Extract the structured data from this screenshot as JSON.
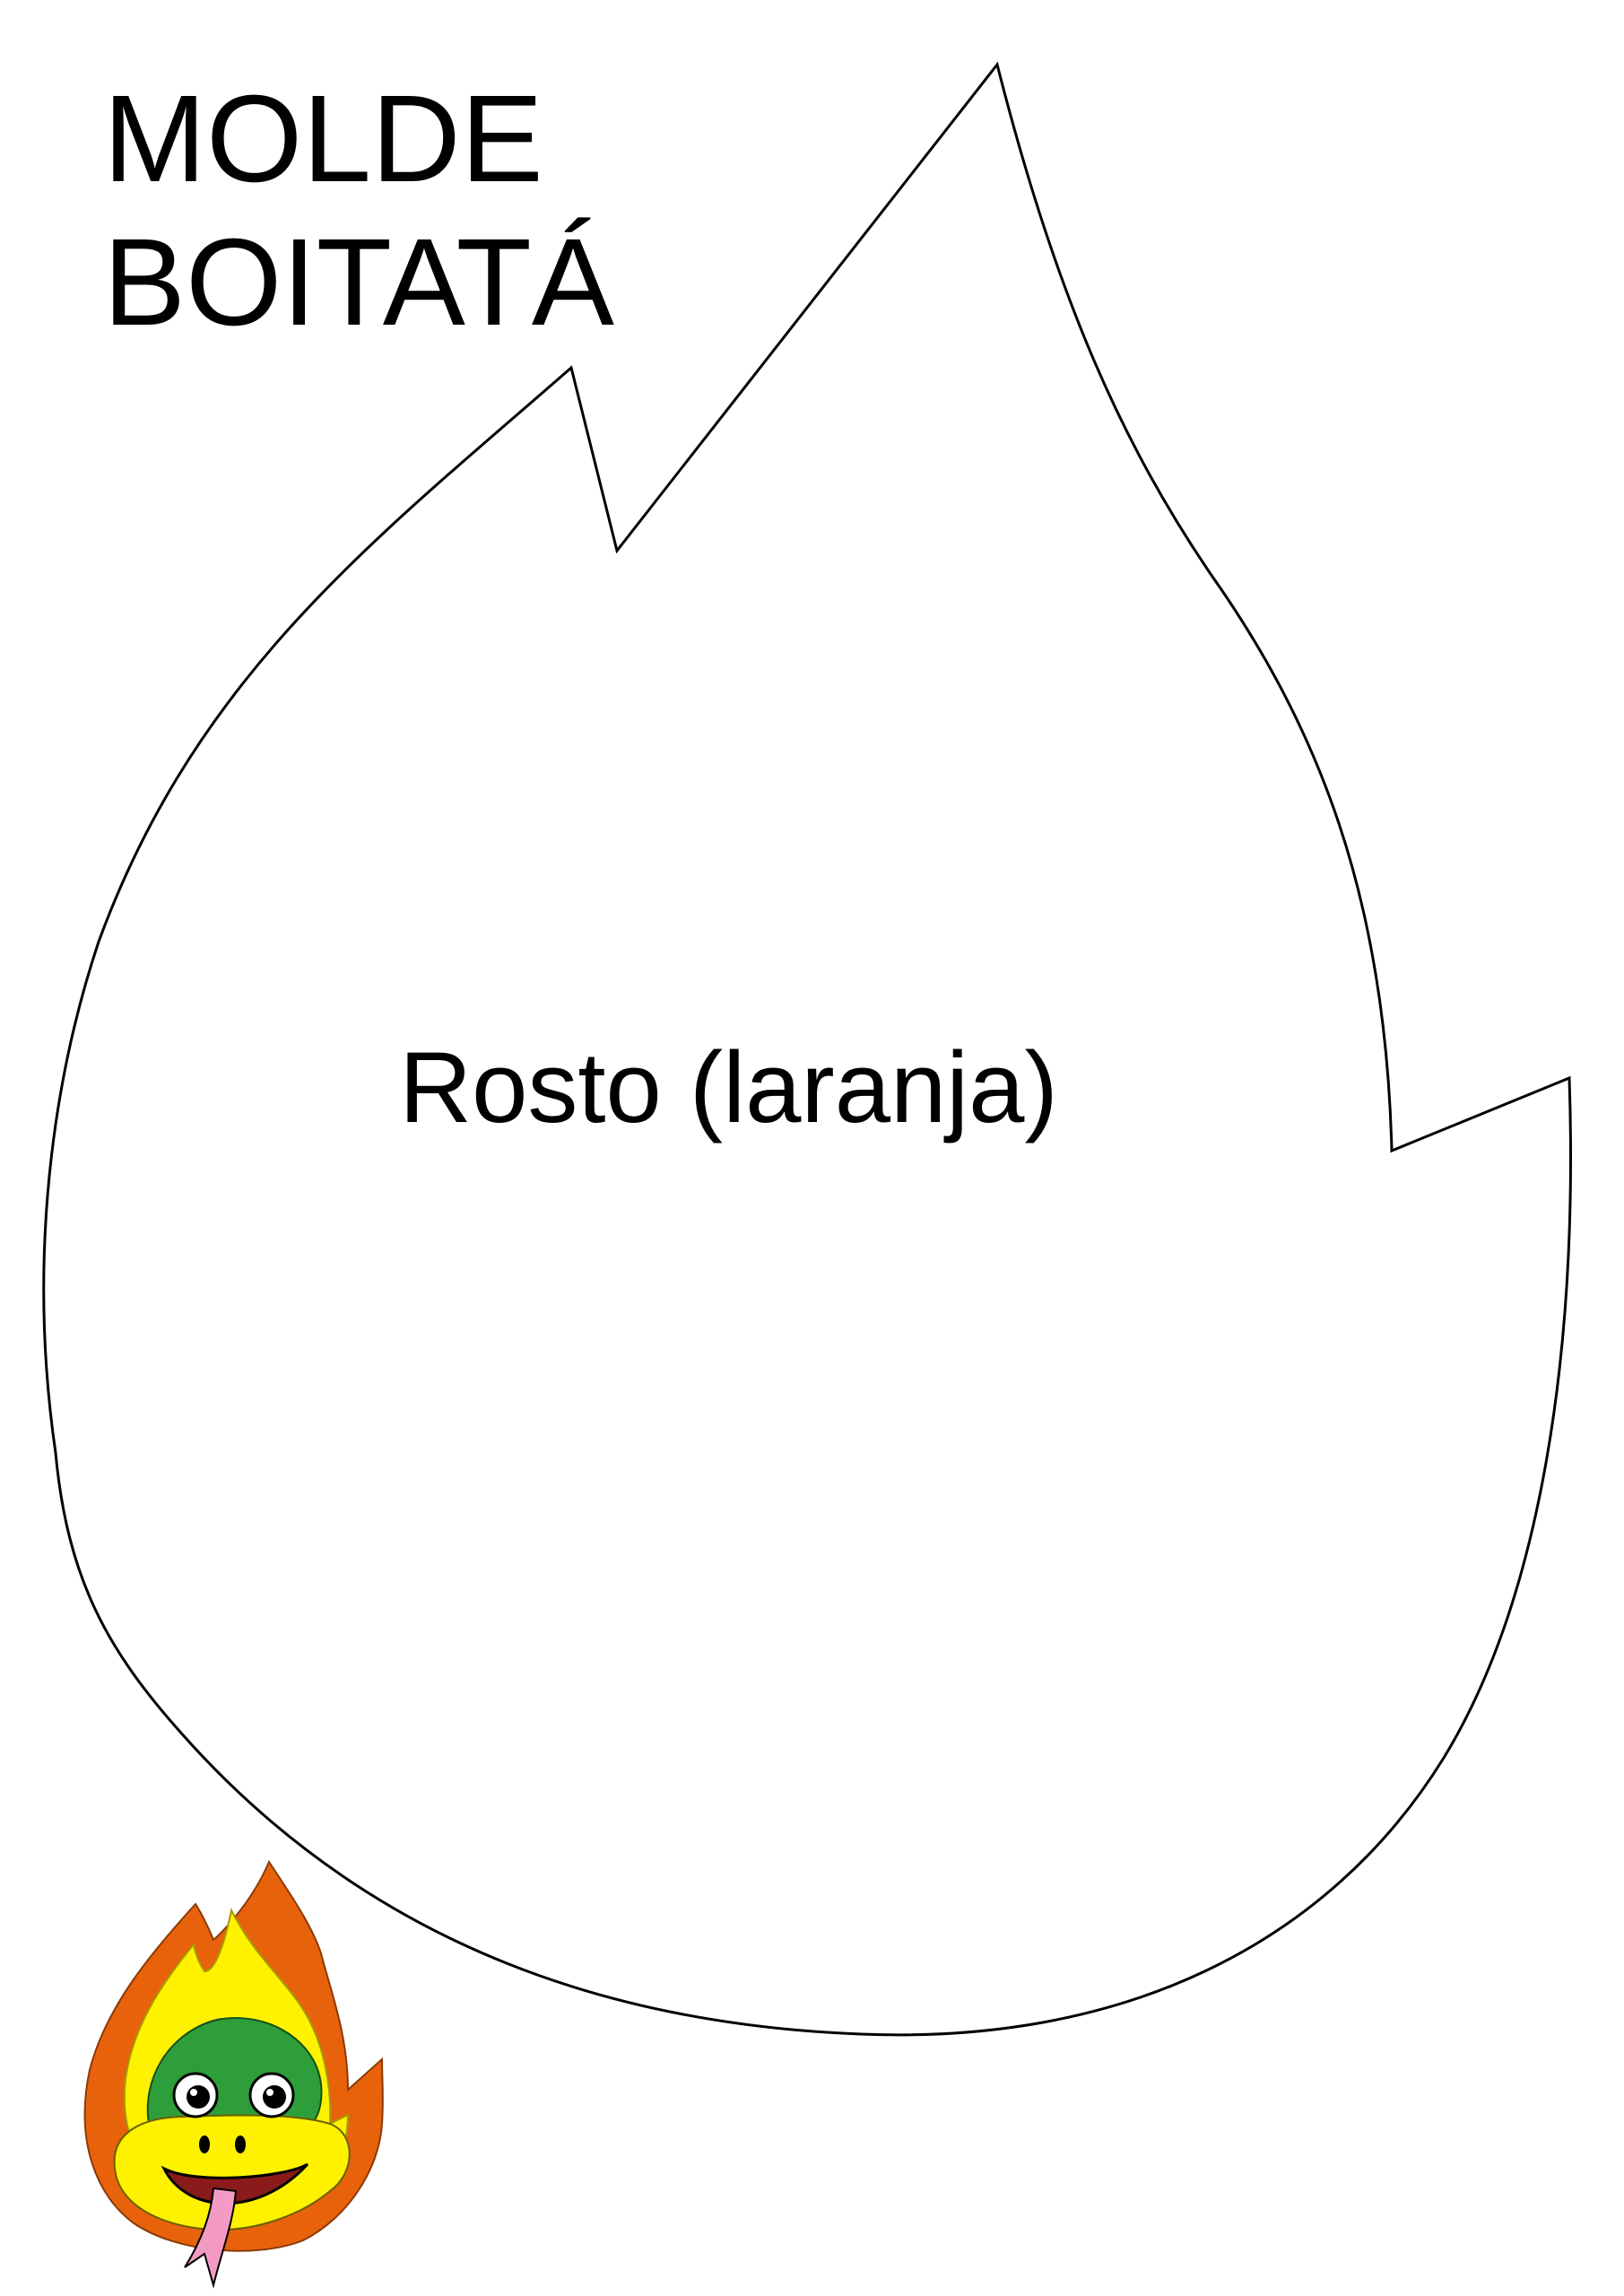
{
  "title": {
    "line1": "MOLDE",
    "line2": "BOITATÁ"
  },
  "template": {
    "label": "Rosto (laranja)",
    "outline_color": "#000000"
  },
  "mascot": {
    "icon": "boitata-flame-mascot-icon",
    "colors": {
      "outer_flame": "#E8620C",
      "inner_flame": "#FFF200",
      "head": "#2E9E3A",
      "tongue": "#F39BC5",
      "mouth": "#8B1A1A"
    }
  }
}
